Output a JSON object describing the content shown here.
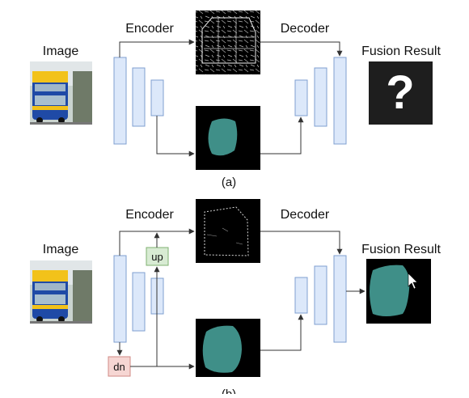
{
  "colors": {
    "block_fill": "#dce8fa",
    "block_stroke": "#7f9fd0",
    "up_fill": "#d8ebd3",
    "up_stroke": "#7fb070",
    "dn_fill": "#f6d6d3",
    "dn_stroke": "#d08a84",
    "mask_teal": "#3f8f88",
    "panel_black": "#000000",
    "arrow": "#333333"
  },
  "panel_a": {
    "caption": "(a)",
    "image_label": "Image",
    "encoder_label": "Encoder",
    "decoder_label": "Decoder",
    "fusion_label": "Fusion Result",
    "unknown_mark": "?"
  },
  "panel_b": {
    "caption": "(b)",
    "image_label": "Image",
    "encoder_label": "Encoder",
    "decoder_label": "Decoder",
    "fusion_label": "Fusion Result",
    "up_label": "up",
    "dn_label": "dn"
  }
}
